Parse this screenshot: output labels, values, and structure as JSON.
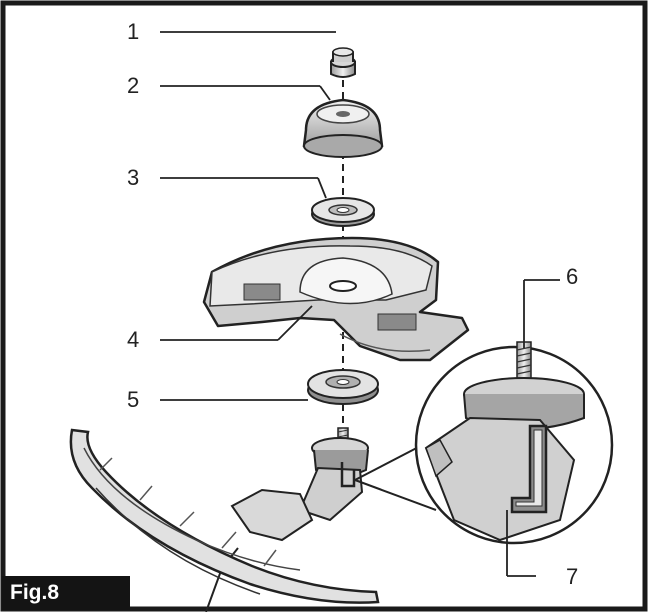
{
  "figure": {
    "label": "Fig.8",
    "callouts": [
      "1",
      "2",
      "3",
      "4",
      "5",
      "6",
      "7"
    ]
  },
  "colors": {
    "frame": "#1a1a1a",
    "line": "#222222",
    "part_light": "#e6e6e6",
    "part_mid": "#bdbdbd",
    "part_dark": "#7a7a7a",
    "label_bg": "#141414",
    "label_text": "#ffffff"
  }
}
